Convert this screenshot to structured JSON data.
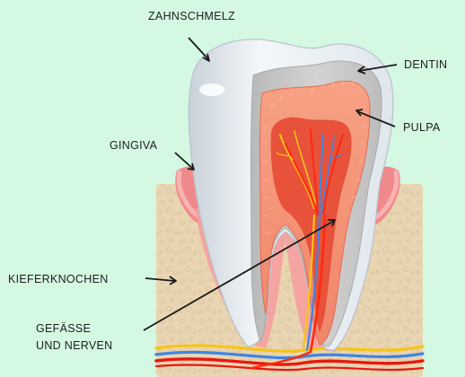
{
  "labels": {
    "enamel": "ZAHNSCHMELZ",
    "dentin": "DENTIN",
    "pulp": "PULPA",
    "gingiva": "GINGIVA",
    "jawbone": "KIEFERKNOCHEN",
    "vessels_line1": "GEFÄSSE",
    "vessels_line2": "UND NERVEN"
  },
  "colors": {
    "background": "#d4f8e2",
    "bone": "#e9d5b2",
    "gum": "#f08a8a",
    "enamel": "#e6ecf1",
    "dentin": "#c9c9c9",
    "pulp": "#f5977a",
    "nerve": "#e8180f",
    "vessel_yellow": "#f5c518",
    "vessel_blue": "#3f86e0"
  }
}
